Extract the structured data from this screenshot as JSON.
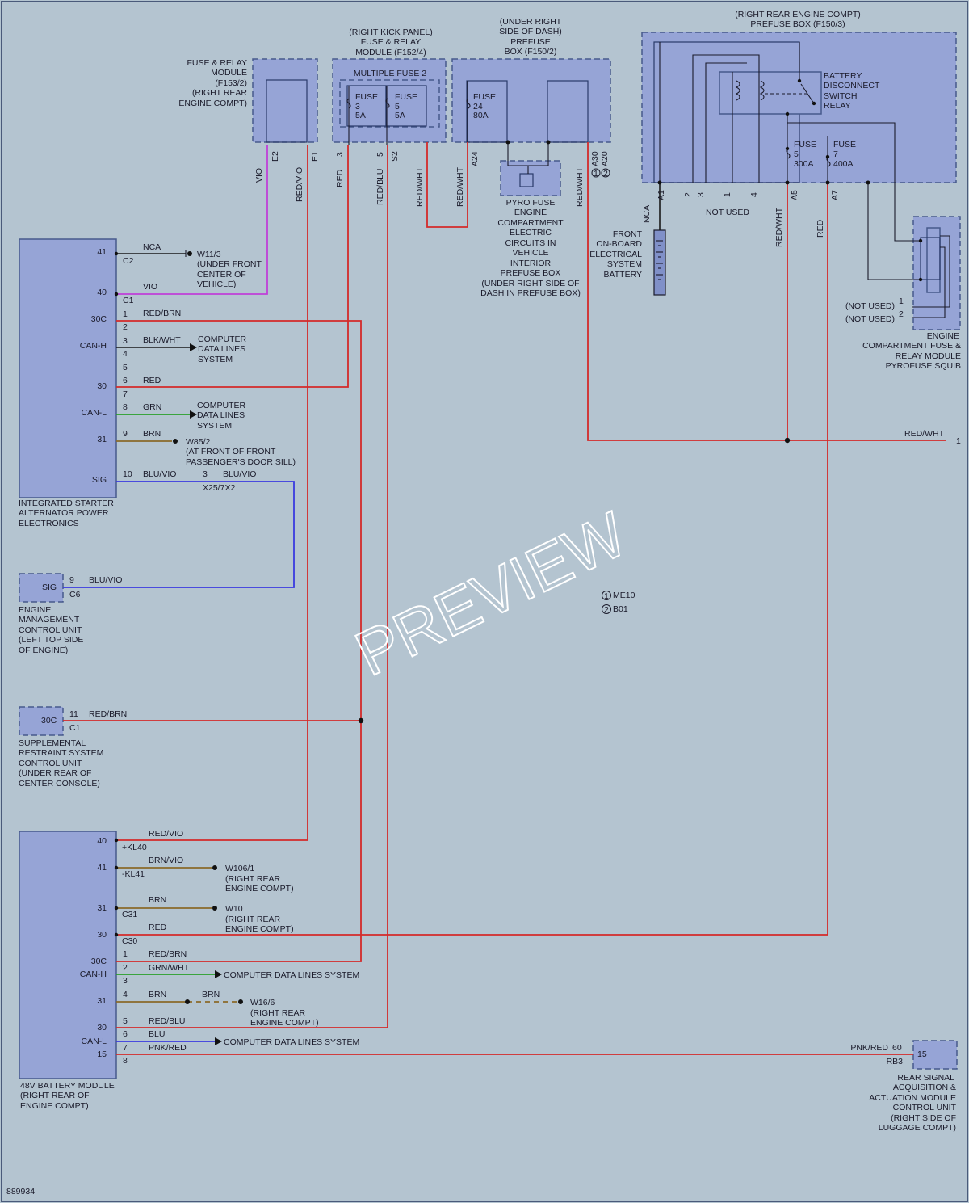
{
  "doc_id": "889934",
  "watermark": "PREVIEW",
  "components": {
    "fuse_relay_f153": [
      "FUSE & RELAY",
      "MODULE",
      "(F153/2)",
      "(RIGHT REAR",
      "ENGINE COMPT)"
    ],
    "kick_panel": [
      "(RIGHT KICK PANEL)",
      "FUSE & RELAY",
      "MODULE (F152/4)"
    ],
    "multiple_fuse_2": "MULTIPLE FUSE 2",
    "fuse_3": [
      "FUSE",
      "3",
      "5A"
    ],
    "fuse_5": [
      "FUSE",
      "5",
      "5A"
    ],
    "prefuse_f150_2": [
      "(UNDER RIGHT",
      "SIDE OF DASH)",
      "PREFUSE",
      "BOX (F150/2)"
    ],
    "fuse_24": [
      "FUSE",
      "24",
      "80A"
    ],
    "rear_prefuse": [
      "(RIGHT REAR ENGINE COMPT)",
      "PREFUSE BOX (F150/3)"
    ],
    "battery_disconnect": [
      "BATTERY",
      "DISCONNECT",
      "SWITCH",
      "RELAY"
    ],
    "fuse_300": [
      "FUSE",
      "5",
      "300A"
    ],
    "fuse_400": [
      "FUSE",
      "7",
      "400A"
    ],
    "pyro_fuse": [
      "PYRO FUSE",
      "ENGINE",
      "COMPARTMENT",
      "ELECTRIC",
      "CIRCUITS IN",
      "VEHICLE",
      "INTERIOR",
      "PREFUSE BOX",
      "(UNDER RIGHT SIDE OF",
      "DASH IN PREFUSE BOX)"
    ],
    "battery": [
      "FRONT",
      "ON-BOARD",
      "ELECTRICAL",
      "SYSTEM",
      "BATTERY"
    ],
    "pyrofuse_squib": [
      "ENGINE",
      "COMPARTMENT FUSE &",
      "RELAY MODULE",
      "PYROFUSE SQUIB"
    ],
    "isa": [
      "INTEGRATED STARTER",
      "ALTERNATOR POWER",
      "ELECTRONICS"
    ],
    "ecm": [
      "ENGINE",
      "MANAGEMENT",
      "CONTROL UNIT",
      "(LEFT TOP SIDE",
      "OF ENGINE)"
    ],
    "srs": [
      "SUPPLEMENTAL",
      "RESTRAINT SYSTEM",
      "CONTROL UNIT",
      "(UNDER REAR OF",
      "CENTER CONSOLE)"
    ],
    "battery_48v": [
      "48V BATTERY MODULE",
      "(RIGHT REAR OF",
      "ENGINE COMPT)"
    ],
    "rear_signal": [
      "REAR SIGNAL",
      "ACQUISITION &",
      "ACTUATION MODULE",
      "CONTROL UNIT",
      "(RIGHT SIDE OF",
      "LUGGAGE COMPT)"
    ]
  },
  "labels": {
    "not_used": "NOT USED",
    "not_used_paren": "(NOT USED)",
    "computer_data_lines": [
      "COMPUTER",
      "DATA LINES",
      "SYSTEM"
    ],
    "computer_data_lines_system": "COMPUTER DATA LINES SYSTEM",
    "ground_w11": [
      "W11/3",
      "(UNDER FRONT",
      "CENTER OF",
      "VEHICLE)"
    ],
    "ground_w85": [
      "W85/2",
      "(AT FRONT OF FRONT",
      "PASSENGER'S DOOR SILL)"
    ],
    "ground_w106": [
      "W106/1",
      "(RIGHT REAR",
      "ENGINE COMPT)"
    ],
    "ground_w10": [
      "W10",
      "(RIGHT REAR",
      "ENGINE COMPT)"
    ],
    "ground_w16": [
      "W16/6",
      "(RIGHT REAR",
      "ENGINE COMPT)"
    ],
    "legend": [
      "ME10",
      "B01"
    ],
    "legend_numbers": [
      "1",
      "2"
    ]
  },
  "wires": {
    "VIO": "VIO",
    "RED_VIO": "RED/VIO",
    "RED": "RED",
    "RED_BLU": "RED/BLU",
    "RED_WHT": "RED/WHT",
    "NCA": "NCA",
    "RED_BRN": "RED/BRN",
    "BLK_WHT": "BLK/WHT",
    "GRN": "GRN",
    "BRN": "BRN",
    "BLU_VIO": "BLU/VIO",
    "BRN_VIO": "BRN/VIO",
    "GRN_WHT": "GRN/WHT",
    "BLU": "BLU",
    "PNK_RED": "PNK/RED"
  },
  "pins": {
    "E2": "E2",
    "E1": "E1",
    "p3": "3",
    "p5": "5",
    "S2": "S2",
    "A24": "A24",
    "A30": "A30",
    "A20": "A20",
    "A1": "A1",
    "A5": "A5",
    "A7": "A7",
    "nu": [
      "2",
      "3",
      "1",
      "4"
    ],
    "isa_left": [
      "41",
      "40",
      "30C",
      "CAN-H",
      "30",
      "CAN-L",
      "31",
      "SIG"
    ],
    "isa_nums": [
      "1",
      "2",
      "3",
      "4",
      "5",
      "6",
      "7",
      "8",
      "9",
      "10"
    ],
    "C2": "C2",
    "C1": "C1",
    "X25": "X25/7X2",
    "x25_pin": "3",
    "ecm_sig": "SIG",
    "ecm_pin": "9",
    "C6": "C6",
    "srs_30c": "30C",
    "srs_pin": "11",
    "b48_left": [
      "40",
      "41",
      "31",
      "30",
      "30C",
      "CAN-H",
      "31",
      "30",
      "CAN-L",
      "15"
    ],
    "KL40": "+KL40",
    "KL41": "-KL41",
    "C31": "C31",
    "C30": "C30",
    "b48_nums": [
      "1",
      "2",
      "3",
      "4",
      "5",
      "6",
      "7",
      "8"
    ],
    "rb3_pin": "60",
    "RB3": "RB3",
    "rs_15": "15",
    "connector_1": "1",
    "squib_pins": [
      "1",
      "2"
    ]
  }
}
